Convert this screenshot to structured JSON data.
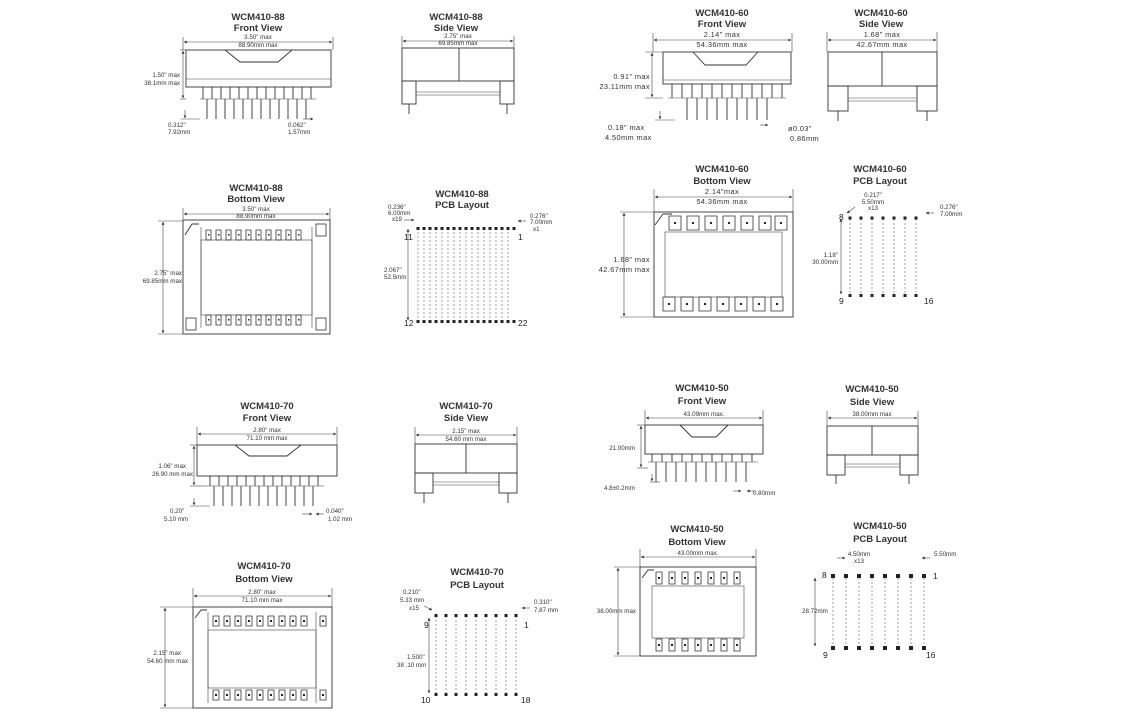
{
  "wcm88": {
    "front_title": "WCM410-88",
    "front_sub": "Front View",
    "front_width": "3.50\" max",
    "front_width_mm": "88.90mm max",
    "front_height": "1.50\" max",
    "front_height_mm": "38.1mm max",
    "front_pin_len": "0.312\"",
    "front_pin_len_mm": "7.92mm",
    "front_pin_dia": "0.062\"",
    "front_pin_dia_mm": "1.57mm",
    "side_title": "WCM410-88",
    "side_sub": "Side View",
    "side_width": "2.75\" max",
    "side_width_mm": "69.85mm max",
    "bottom_title": "WCM410-88",
    "bottom_sub": "Bottom View",
    "bottom_width": "3.50\" max",
    "bottom_width_mm": "88.90mm max",
    "bottom_height": "2.75\" max",
    "bottom_height_mm": "69.85mm max",
    "pcb_title": "WCM410-88",
    "pcb_sub": "PCB Layout",
    "pcb_pitch": "0.236\"",
    "pcb_pitch_mm": "6.00mm",
    "pcb_pitch_count": "x19",
    "pcb_offset": "0.276\"",
    "pcb_offset_mm": "7.00mm",
    "pcb_offset_count": "x1",
    "pcb_row": "2.067\"",
    "pcb_row_mm": "52.5mm",
    "pin_tl": "11",
    "pin_tr": "1",
    "pin_bl": "12",
    "pin_br": "22"
  },
  "wcm60": {
    "front_title": "WCM410-60",
    "front_sub": "Front View",
    "front_width": "2.14\" max",
    "front_width_mm": "54.36mm  max",
    "front_height": "0.91\" max",
    "front_height_mm": "23.11mm  max",
    "front_pin_len": "0.18\" max",
    "front_pin_len_mm": "4.50mm  max",
    "front_pin_dia": "ø0.03\"",
    "front_pin_dia_mm": "0.86mm",
    "side_title": "WCM410-60",
    "side_sub": "Side View",
    "side_width": "1.68\" max",
    "side_width_mm": "42.67mm  max",
    "bottom_title": "WCM410-60",
    "bottom_sub": "Bottom View",
    "bottom_width": "2.14\"max",
    "bottom_width_mm": "54.36mm  max",
    "bottom_height": "1.68\"  max",
    "bottom_height_mm": "42.67mm  max",
    "pcb_title": "WCM410-60",
    "pcb_sub": "PCB Layout",
    "pcb_pitch": "0.217\"",
    "pcb_pitch_mm": "5.50mm",
    "pcb_pitch_count": "x13",
    "pcb_offset": "0.276\"",
    "pcb_offset_mm": "7.00mm",
    "pcb_row": "1.18\"",
    "pcb_row_mm": "30.00mm",
    "pin_tl": "8",
    "pin_bl": "9",
    "pin_br": "16"
  },
  "wcm70": {
    "front_title": "WCM410-70",
    "front_sub": "Front View",
    "front_width": "2.80\" max",
    "front_width_mm": "71.10 mm max",
    "front_height": "1.06\" max",
    "front_height_mm": "26.90 mm max",
    "front_pin_len": "0.20\"",
    "front_pin_len_mm": "5.10 mm",
    "front_pin_dia": "0.040\"",
    "front_pin_dia_mm": "1.02 mm",
    "side_title": "WCM410-70",
    "side_sub": "Side View",
    "side_width": "2.15\" max",
    "side_width_mm": "54.60 mm max",
    "bottom_title": "WCM410-70",
    "bottom_sub": "Bottom View",
    "bottom_width": "2.80\" max",
    "bottom_width_mm": "71.10 mm max",
    "bottom_height": "2.15\" max",
    "bottom_height_mm": "54.60 mm max",
    "pcb_title": "WCM410-70",
    "pcb_sub": "PCB Layout",
    "pcb_pitch": "0.210\"",
    "pcb_pitch_mm": "5.33 mm",
    "pcb_pitch_count": "x15",
    "pcb_offset": "0.310\"",
    "pcb_offset_mm": "7.87 mm",
    "pcb_row": "1.500\"",
    "pcb_row_mm": "38 .10 mm",
    "pin_tl": "9",
    "pin_tr": "1",
    "pin_bl": "10",
    "pin_br": "18"
  },
  "wcm50": {
    "front_title": "WCM410-50",
    "front_sub": "Front View",
    "front_width_mm": "43.09mm max.",
    "front_height_mm": "21.00mm",
    "front_pin_len_mm": "4.8±0.2mm",
    "front_pin_dia_mm": "0.80mm",
    "side_title": "WCM410-50",
    "side_sub": "Side View",
    "side_width_mm": "38.00mm max",
    "bottom_title": "WCM410-50",
    "bottom_sub": "Bottom View",
    "bottom_width_mm": "43.00mm max.",
    "bottom_height_mm": "38.00mm max",
    "pcb_title": "WCM410-50",
    "pcb_sub": "PCB Layout",
    "pcb_pitch_mm": "4.50mm",
    "pcb_pitch_count": "x13",
    "pcb_offset_mm": "5.50mm",
    "pcb_row_mm": "28.72mm",
    "pin_tl": "8",
    "pin_tr": "1",
    "pin_bl": "9",
    "pin_br": "16"
  }
}
